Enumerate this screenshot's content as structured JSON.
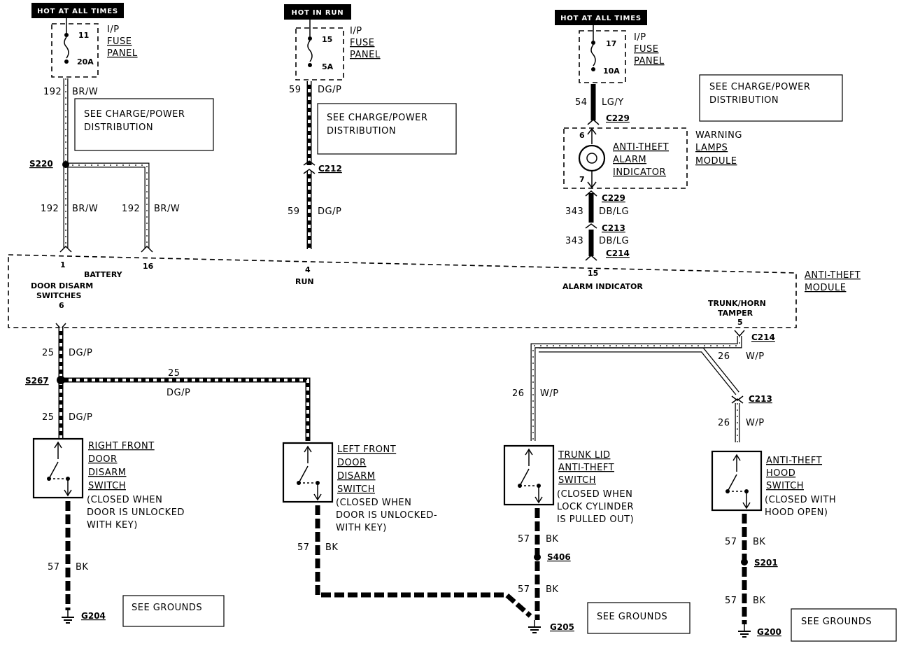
{
  "power": {
    "hot_at_all_times_1": "HOT AT ALL TIMES",
    "hot_in_run": "HOT IN RUN",
    "hot_at_all_times_2": "HOT AT ALL TIMES"
  },
  "fuses": [
    {
      "number": "11",
      "rating": "20A",
      "panel_line1": "I/P",
      "panel_line2": "FUSE",
      "panel_line3": "PANEL"
    },
    {
      "number": "15",
      "rating": "5A",
      "panel_line1": "I/P",
      "panel_line2": "FUSE",
      "panel_line3": "PANEL"
    },
    {
      "number": "17",
      "rating": "10A",
      "panel_line1": "I/P",
      "panel_line2": "FUSE",
      "panel_line3": "PANEL"
    }
  ],
  "notes": {
    "charge_line1": "SEE CHARGE/POWER",
    "charge_line2": "DISTRIBUTION",
    "grounds": "SEE GROUNDS"
  },
  "wires": {
    "w192": "192",
    "c192": "BR/W",
    "w59": "59",
    "c59": "DG/P",
    "w54": "54",
    "c54": "LG/Y",
    "w343": "343",
    "c343": "DB/LG",
    "w25": "25",
    "c25": "DG/P",
    "w26": "26",
    "c26": "W/P",
    "w57": "57",
    "c57": "BK"
  },
  "connectors": {
    "s220": "S220",
    "c212": "C212",
    "c229": "C229",
    "c213": "C213",
    "c214": "C214",
    "s267": "S267",
    "s406": "S406",
    "s201": "S201",
    "g204": "G204",
    "g205": "G205",
    "g200": "G200"
  },
  "warning_module": {
    "pin_top": "6",
    "pin_bottom": "7",
    "indicator_line1": "ANTI-THEFT",
    "indicator_line2": "ALARM",
    "indicator_line3": "INDICATOR",
    "module_line1": "WARNING",
    "module_line2": "LAMPS",
    "module_line3": "MODULE"
  },
  "anti_theft_module": {
    "name_line1": "ANTI-THEFT",
    "name_line2": "MODULE",
    "pin1": "1",
    "pin16": "16",
    "battery": "BATTERY",
    "door_line1": "DOOR DISARM",
    "door_line2": "SWITCHES",
    "pin6": "6",
    "pin4": "4",
    "run": "RUN",
    "pin15": "15",
    "alarm": "ALARM INDICATOR",
    "trunk_line1": "TRUNK/HORN",
    "trunk_line2": "TAMPER",
    "pin5": "5"
  },
  "switches": {
    "rf_line1": "RIGHT FRONT",
    "rf_line2": "DOOR",
    "rf_line3": "DISARM",
    "rf_line4": "SWITCH",
    "rf_note1": "(CLOSED WHEN",
    "rf_note2": "DOOR IS UNLOCKED",
    "rf_note3": "WITH KEY)",
    "lf_line1": "LEFT FRONT",
    "lf_line2": "DOOR",
    "lf_line3": "DISARM",
    "lf_line4": "SWITCH",
    "lf_note1": "(CLOSED WHEN",
    "lf_note2": "DOOR IS UNLOCKED-",
    "lf_note3": "WITH KEY)",
    "tl_line1": "TRUNK LID",
    "tl_line2": "ANTI-THEFT",
    "tl_line3": "SWITCH",
    "tl_note1": "(CLOSED WHEN",
    "tl_note2": "LOCK CYLINDER",
    "tl_note3": "IS PULLED OUT)",
    "hd_line1": "ANTI-THEFT",
    "hd_line2": "HOOD",
    "hd_line3": "SWITCH",
    "hd_note1": "(CLOSED WITH",
    "hd_note2": "HOOD OPEN)"
  }
}
